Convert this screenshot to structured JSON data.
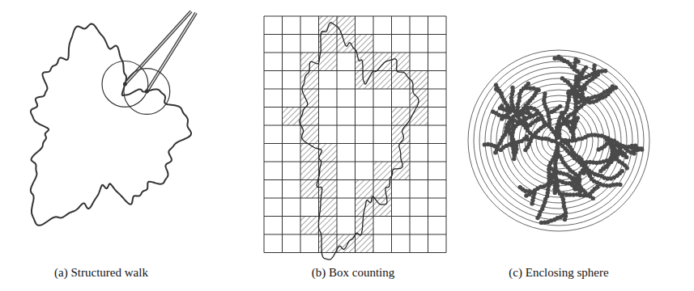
{
  "diagram": {
    "labels": [
      "(a) Structured walk",
      "(b) Box counting",
      "(c) Enclosing sphere"
    ]
  }
}
